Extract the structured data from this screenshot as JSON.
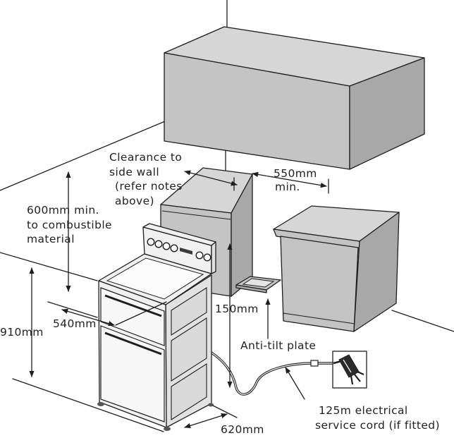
{
  "labels": {
    "clearance_side_wall": [
      "Clearance to",
      "side wall",
      "(refer notes",
      "above)"
    ],
    "clearance_550": [
      "550mm",
      "min."
    ],
    "combustible": [
      "600mm min.",
      "to combustible",
      "material"
    ],
    "depth_540": "540mm",
    "height_150": "150mm",
    "height_910": "910mm",
    "anti_tilt_plate": "Anti-tilt plate",
    "service_cord": [
      "125m electrical",
      "service cord (if fitted)"
    ],
    "width_620": "620mm"
  },
  "colors": {
    "line": "#1e1e1e",
    "cabinet_grey": "#c4c4c4",
    "cabinet_grey_dark": "#a8a8a8",
    "cabinet_grey_light": "#d6d6d6",
    "appliance_light": "#f0f0f0",
    "text": "#222222"
  }
}
